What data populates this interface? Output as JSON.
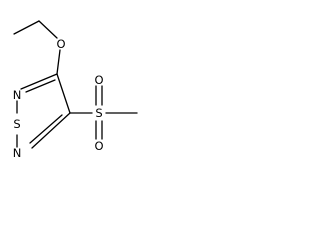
{
  "molecule": {
    "atoms": {
      "oxygen_ether": "O",
      "nitrogen_top": "N",
      "sulfur_ring": "S",
      "nitrogen_bottom": "N",
      "sulfur_sulfonyl": "S",
      "oxygen_sulfonyl_top": "O",
      "oxygen_sulfonyl_bottom": "O"
    }
  }
}
